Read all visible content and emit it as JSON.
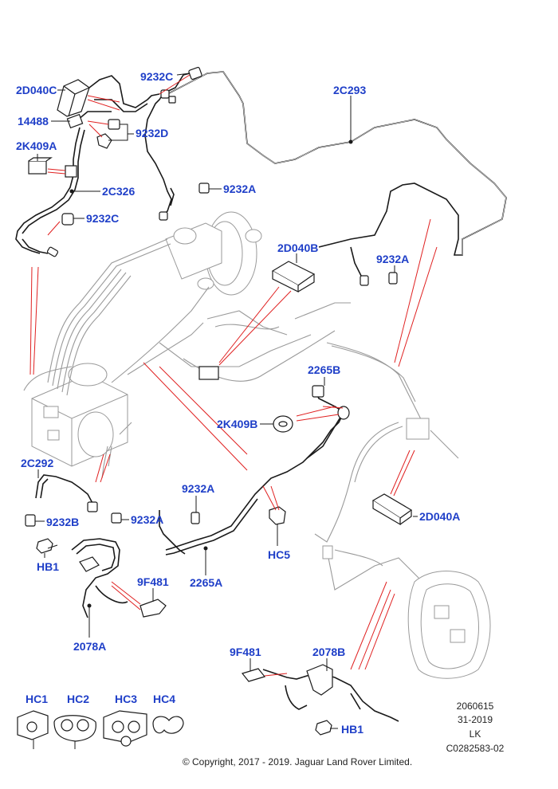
{
  "labels": {
    "l_2D040C": "2D040C",
    "l_9232C_top": "9232C",
    "l_2C293": "2C293",
    "l_14488": "14488",
    "l_9232D": "9232D",
    "l_2K409A": "2K409A",
    "l_2C326": "2C326",
    "l_9232A_top": "9232A",
    "l_9232C_mid": "9232C",
    "l_2D040B": "2D040B",
    "l_9232A_right": "9232A",
    "l_2265B": "2265B",
    "l_2K409B": "2K409B",
    "l_2C292": "2C292",
    "l_9232A_mid": "9232A",
    "l_9232B": "9232B",
    "l_9232A_left": "9232A",
    "l_2D040A": "2D040A",
    "l_HB1_left": "HB1",
    "l_HC5": "HC5",
    "l_9F481_left": "9F481",
    "l_2265A": "2265A",
    "l_2078A": "2078A",
    "l_9F481_right": "9F481",
    "l_2078B": "2078B",
    "l_HB1_right": "HB1"
  },
  "clips": {
    "hc1": "HC1",
    "hc2": "HC2",
    "hc3": "HC3",
    "hc4": "HC4"
  },
  "reference": {
    "line1": "2060615",
    "line2": "31-2019",
    "line3": "LK",
    "line4": "C0282583-02"
  },
  "copyright": "© Copyright, 2017 - 2019. Jaguar Land Rover Limited.",
  "colors": {
    "label": "#1f3fc8",
    "leader_red": "#e02020",
    "line": "#1a1a1a",
    "ghost": "#9a9a9a"
  }
}
